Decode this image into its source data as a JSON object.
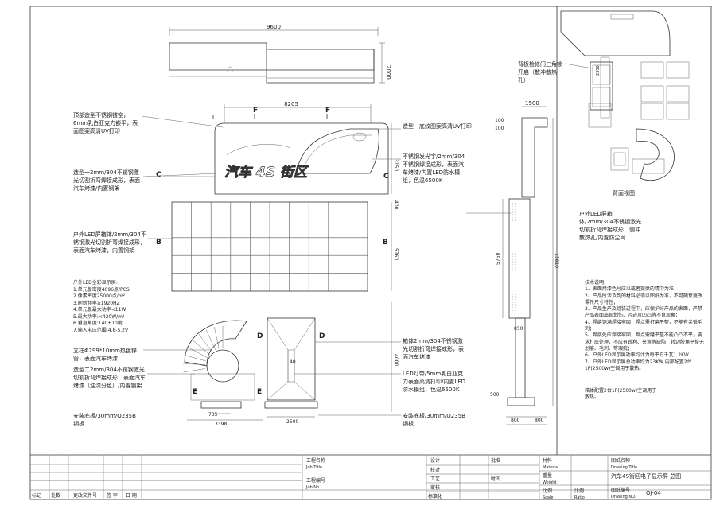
{
  "dims": {
    "top_width": "9600",
    "top_height": "2000",
    "sign_width": "8205",
    "sign_height": "3150",
    "gap": "400",
    "screen_height": "5760",
    "base_height": "4000",
    "small_40": "40",
    "left_735": "735",
    "left_3398": "3398",
    "base_2500": "2500",
    "side_1500": "1500",
    "side_100a": "100",
    "side_100b": "100",
    "side_5760": "5760",
    "side_13810": "13810",
    "side_850": "850",
    "side_500": "500",
    "side_800a": "800",
    "side_800b": "800",
    "back_2350": "2350"
  },
  "sections": {
    "F": "F",
    "C": "C",
    "B": "B",
    "D": "D",
    "E": "E"
  },
  "logo_text": "汽车 4S 街区",
  "annotations": {
    "top_left": "顶部造型不锈钢镂空，6mm乳白亚克力嵌平，表面图案高清UV打印",
    "mid_left": "造型一2mm/304不锈钢激光切割折弯焊接成形，表面汽车烤漆/内置钢架",
    "led_box": "户外LED屏箱体/2mm/304不锈钢激光切割折弯焊接成形，表面汽车烤漆，内置钢架",
    "led_params_title": "户外LED全彩显示屏:",
    "led_params": [
      "1.单元板密度4096点/PCS",
      "2.像素密度25000点/m²",
      "3.刷新频率≥1920HZ",
      "4.单元板最大功率<11W",
      "5.最大功率:<420W/m²",
      "6.垂直角度:140±10度",
      "7.输入电压范围:4.8-5.2V"
    ],
    "column": "立柱Φ299*10mm热镀锌管，表面汽车烤漆",
    "shape2": "造型二2mm/304不锈钢激光切割折弯焊接成形，表面汽车烤漆（油漆分色）/内置钢架",
    "base_left": "安装底板/30mm/Q235B钢板",
    "top_right": "造型一底纹图案高清UV打印",
    "letters": "不锈钢发光字/2mm/304不锈钢焊接成形，表面汽车烤漆/内置LED防水模组，色温6500K",
    "box_right": "箱体2mm/304不锈钢激光切割折弯焊接成形，表面汽车烤漆",
    "led_strip": "LED灯带/5mm乳白亚克力表面高清打印/内置LED防水模组，色温6500K",
    "base_right": "安装底板/30mm/Q235B钢板",
    "rear_door": "背板检修门三角锁开启（散冲散热孔）",
    "back_view": "背面视图",
    "side_led": "户外LED屏箱体/2mm/304不锈钢激光切割折弯焊接成形，侧冲散热孔/内置防尘网",
    "tech_title": "技术说明:",
    "tech": [
      "1、表面烤漆色号应以或者提供的精中为准；",
      "2、产品所涉及到的材料必须以图纸为准，不可随意更改零件尺寸特性；",
      "3、产品生产及组装过程中，应保护好产品的表面，严禁产品表面出现划伤、污迹及凹凸等不良现象；",
      "4、焊缝饱满焊接牢固，焊点需打磨平整，不能有尖锐毛刺；",
      "5、焊接处应焊接牢固，焊点需磨平整不能凸凸不平，要求打底处理，不应有锐利、夹渣等缺陷，转边胶角平整无划痕、毛刺、等瑕疵；",
      "6、户外LED显示屏功率约计为每平方千瓦1.2KW",
      "7、户外LED显示屏总功率约为23KW,内部配置2台1P(2500w)空调用于散热。",
      "箱体配置2台1P(2500w)空调用于散热。"
    ]
  },
  "title_block": {
    "project_name": "工程名称",
    "project_name_en": "Job Title",
    "project_no": "工程编号",
    "project_no_en": "Job No.",
    "design": "设计",
    "check": "校对",
    "process": "工艺",
    "review": "审核",
    "standard": "标准化",
    "approve": "批准",
    "date": "时间",
    "material": "材料",
    "material_en": "Material",
    "weight": "重量",
    "weight_en": "Weight",
    "scale": "比例",
    "scale_en": "Scale",
    "ratio": "比例",
    "ratio_en": "Ratio",
    "drawing_name": "图纸名称",
    "drawing_name_en": "Drawing Title",
    "drawing_title": "汽车4S街区电子显示屏 总图",
    "drawing_no": "图纸编号",
    "drawing_no_en": "Drawing NO.",
    "drawing_no_value": "QJ-04",
    "marks": [
      "标记",
      "处数",
      "更改文件号",
      "签 字",
      "日 期"
    ]
  }
}
